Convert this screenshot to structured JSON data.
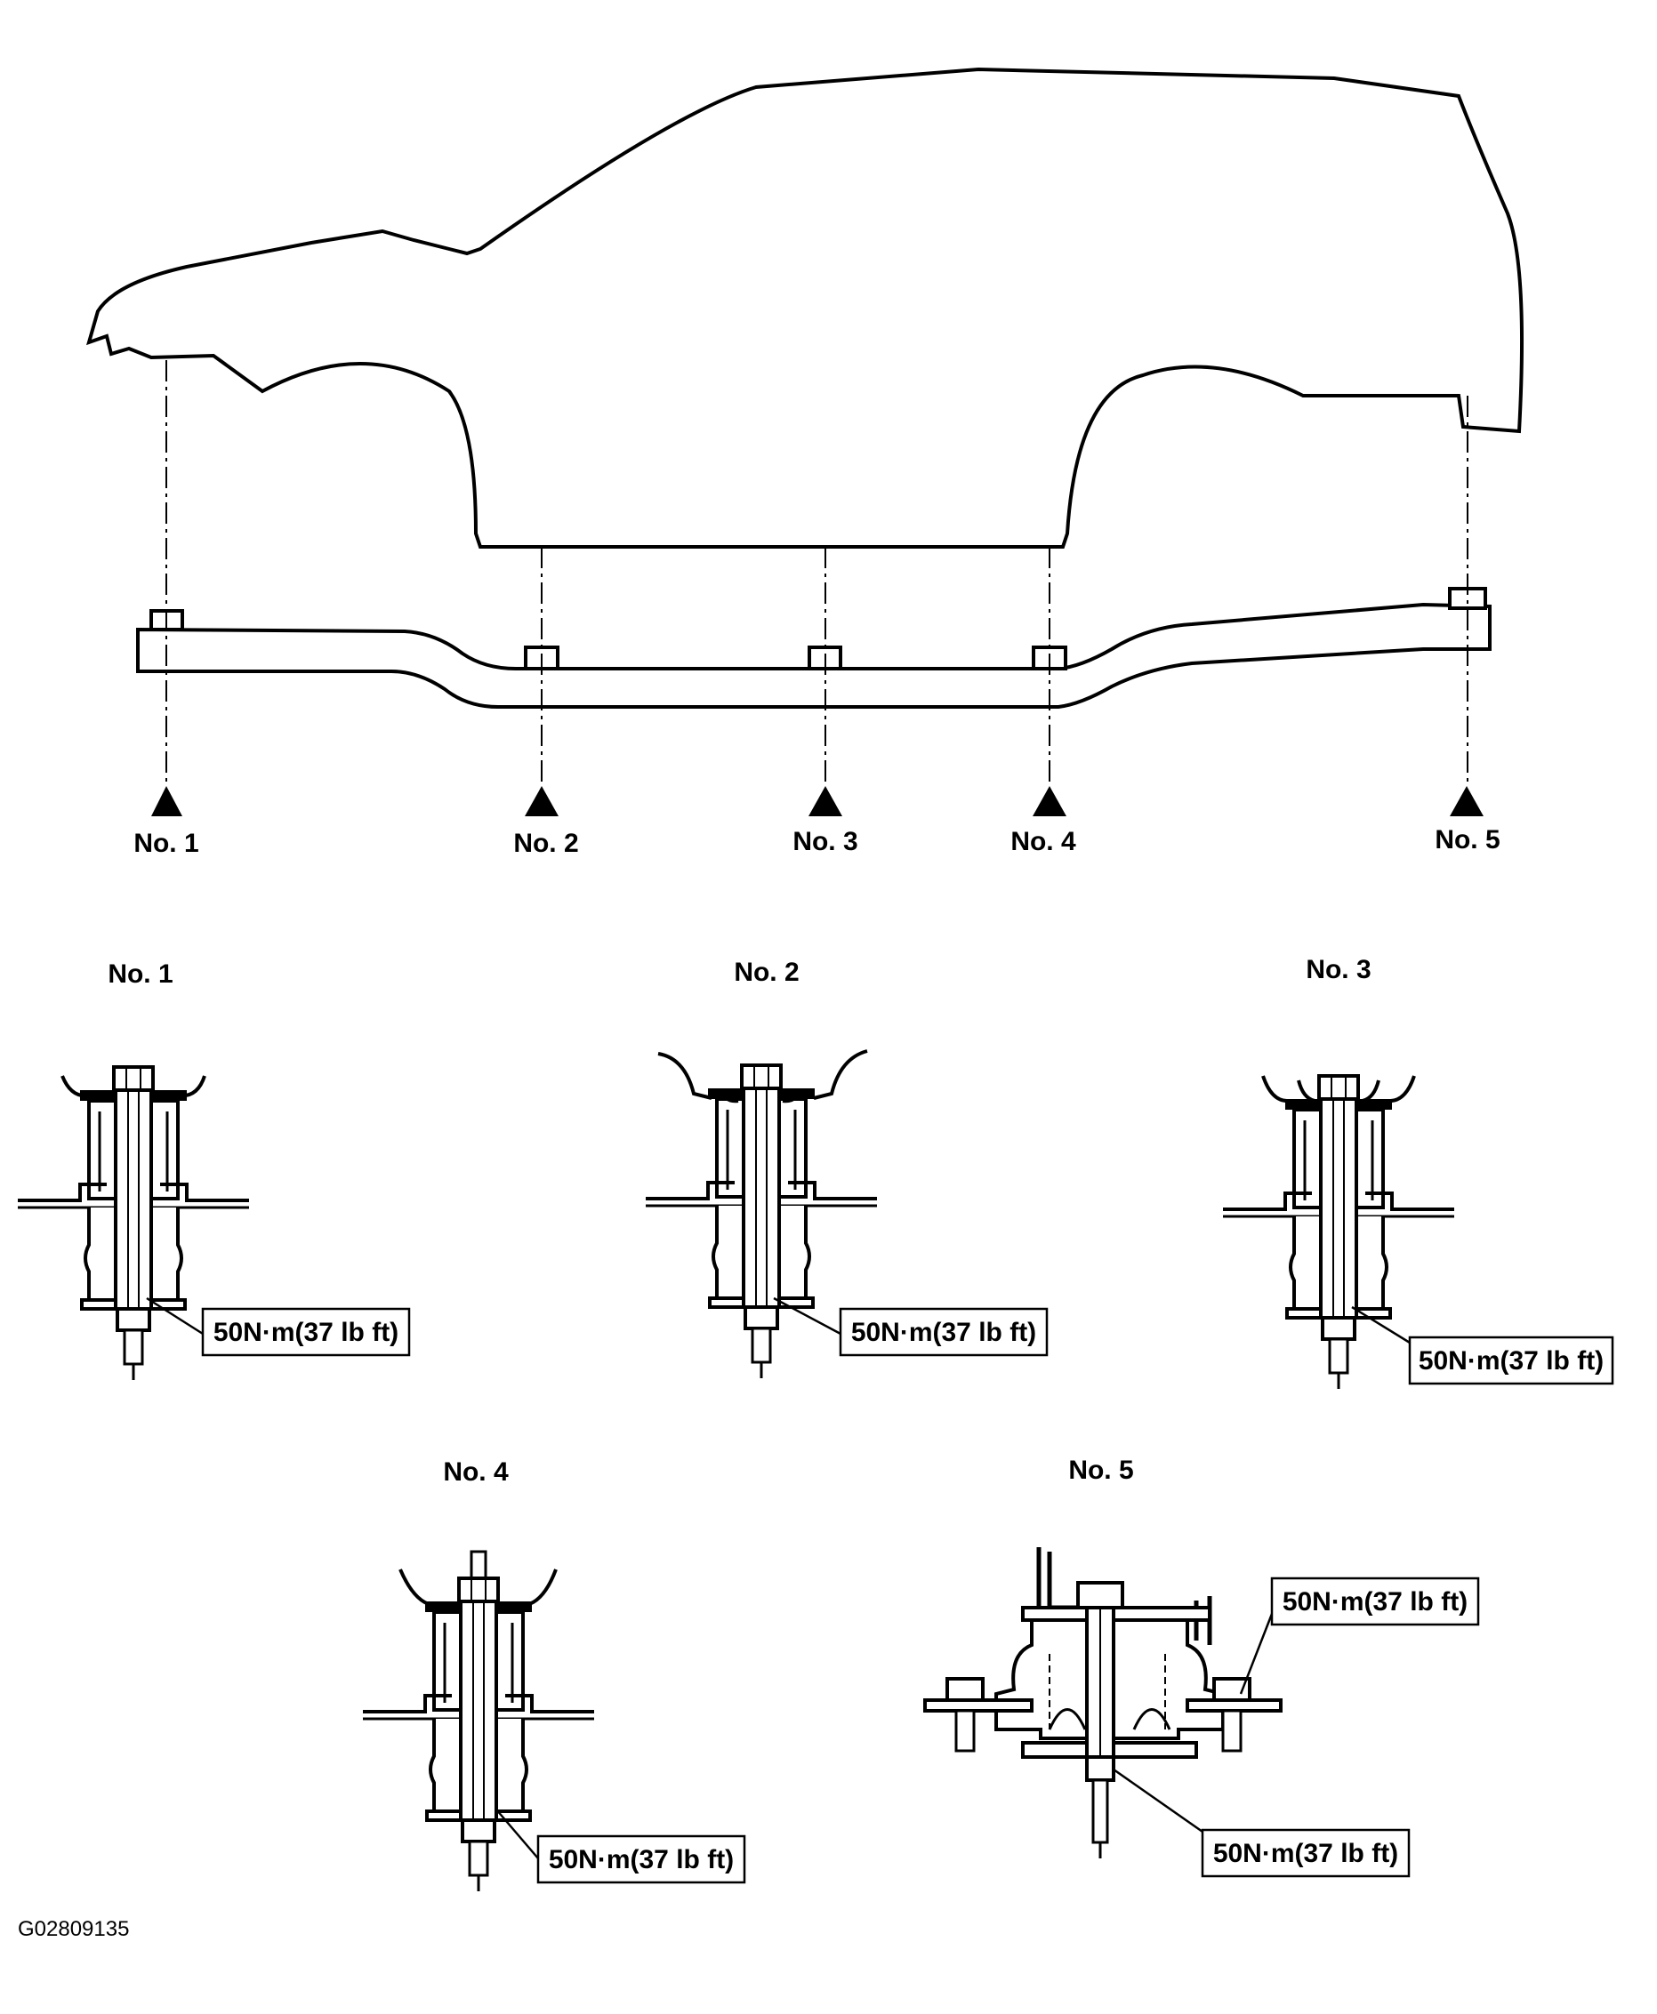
{
  "mount_points": [
    "No. 1",
    "No. 2",
    "No. 3",
    "No. 4",
    "No. 5"
  ],
  "details": [
    {
      "title": "No. 1",
      "torque": "50N·m(37 lb ft)"
    },
    {
      "title": "No. 2",
      "torque": "50N·m(37 lb ft)"
    },
    {
      "title": "No. 3",
      "torque": "50N·m(37 lb ft)"
    },
    {
      "title": "No. 4",
      "torque": "50N·m(37 lb ft)"
    },
    {
      "title": "No. 5",
      "torque_upper": "50N·m(37 lb ft)",
      "torque_lower": "50N·m(37 lb ft)"
    }
  ],
  "figure_id": "G02809135"
}
